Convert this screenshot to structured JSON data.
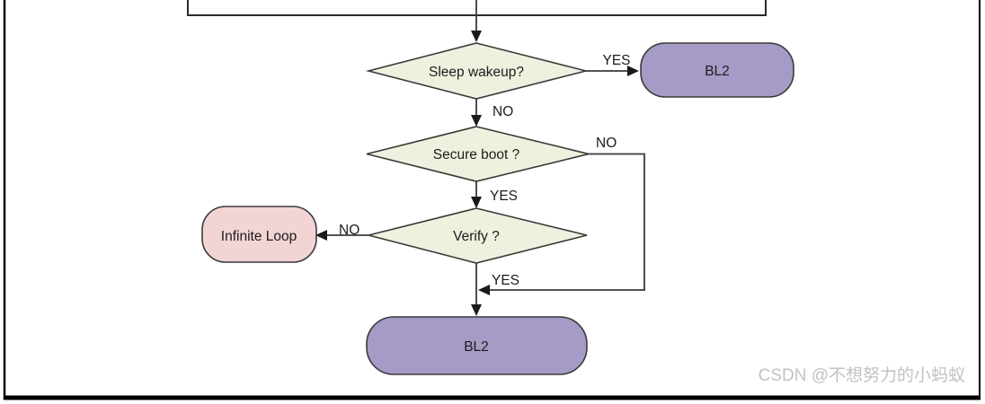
{
  "flowchart": {
    "decisions": [
      {
        "label": "Sleep wakeup?"
      },
      {
        "label": "Secure boot ?"
      },
      {
        "label": "Verify ?"
      }
    ],
    "terminals": [
      {
        "label": "BL2"
      },
      {
        "label": "Infinite Loop"
      },
      {
        "label": "BL2"
      }
    ],
    "edge_labels": {
      "sleep_yes": "YES",
      "sleep_no": "NO",
      "secure_no": "NO",
      "secure_yes": "YES",
      "verify_no": "NO",
      "verify_yes": "YES"
    }
  },
  "watermark": "CSDN @不想努力的小蚂蚁",
  "colors": {
    "decision_fill": "#eef1dd",
    "terminal_purple_fill": "#a69ac6",
    "terminal_pink_fill": "#f2d4d4",
    "process_fill": "#ffffff",
    "watermark_color": "#c3c2c2"
  }
}
